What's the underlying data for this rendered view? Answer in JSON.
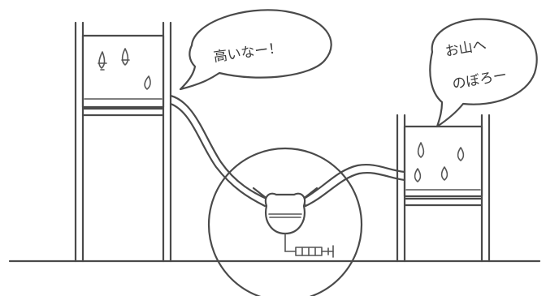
{
  "bubbles": {
    "left": {
      "text": "高いなー！"
    },
    "right": {
      "line1": "お山へ",
      "line2": "のぼろー"
    }
  },
  "colors": {
    "ink": "#4a4a4a",
    "background": "#ffffff"
  },
  "icons": [
    "water-droplet-icon",
    "syringe-icon"
  ]
}
